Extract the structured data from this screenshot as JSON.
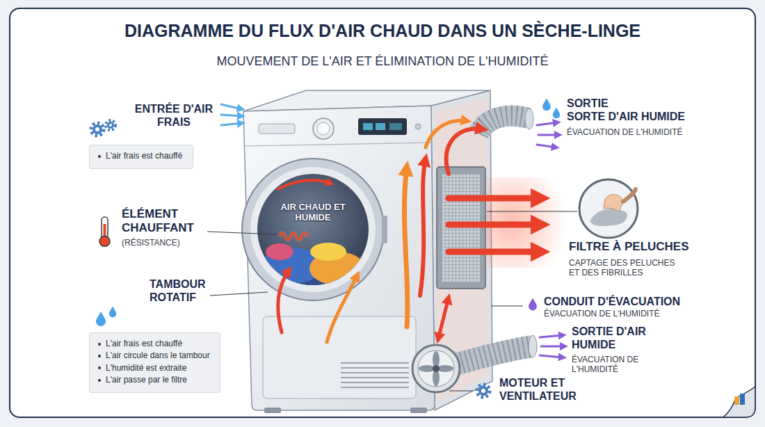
{
  "diagram": {
    "title": "DIAGRAMME DU FLUX D'AIR CHAUD DANS UN SÈCHE-LINGE",
    "nodes": [
      {
        "text": [
          "L'air frais est chauffé"
        ]
      },
      {
        "text": [
          "L'air frais est chauffé",
          "L'air circule dans le tambour",
          "L'humidité est extraite",
          "L'air passe par le filtre"
        ]
      }
    ],
    "labels": [
      "MOUVEMENT DE L'AIR ET ÉLIMINATION DE L'HUMIDITÉ",
      "ENTRÉE D'AIR FRAIS",
      "AIR CHAUD ET HUMIDE",
      "ÉLÉMENT CHAUFFANT",
      "(RÉSISTANCE)",
      "TAMBOUR ROTATIF",
      "SORTIE",
      "SORTE D'AIR HUMIDE",
      "ÉVACUATION DE L'HUMIDITÉ",
      "FILTRE À PELUCHES",
      "CAPTAGE DES PELUCHES ET DES FIBRILLES",
      "CONDUIT D'ÉVACUATION",
      "ÉVACUATION DE L'HUMIDITÉ",
      "SORTIE D'AIR HUMIDE",
      "ÉVACUATION DE L'HUMIDITÉ",
      "MOTEUR ET VENTILATEUR"
    ]
  }
}
